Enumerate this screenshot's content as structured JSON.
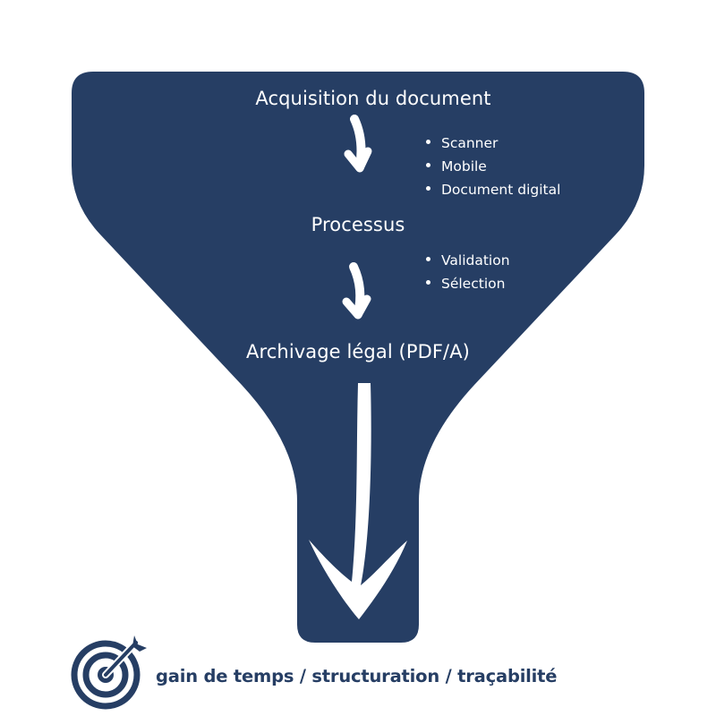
{
  "colors": {
    "funnel": "#263e64",
    "text_on_funnel": "#ffffff",
    "footer_text": "#263e64"
  },
  "stages": [
    {
      "label": "Acquisition du document",
      "items": [
        "Scanner",
        "Mobile",
        "Document digital"
      ]
    },
    {
      "label": "Processus",
      "items": [
        "Validation",
        "Sélection"
      ]
    },
    {
      "label": "Archivage légal (PDF/A)",
      "items": []
    }
  ],
  "footer": {
    "icon": "target-icon",
    "text": "gain de temps / structuration / traçabilité"
  }
}
